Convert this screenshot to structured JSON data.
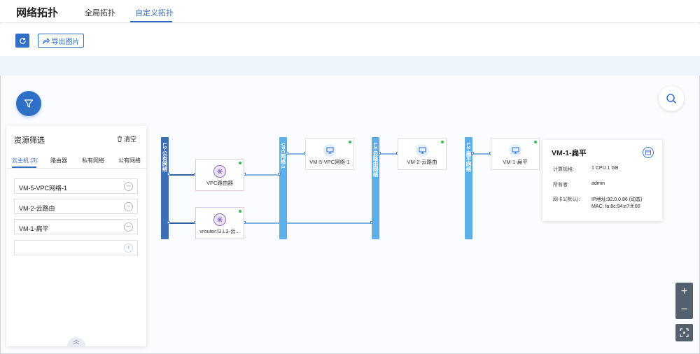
{
  "header": {
    "title": "网络拓扑",
    "tabs": [
      {
        "label": "全局拓扑"
      },
      {
        "label": "自定义拓扑"
      }
    ]
  },
  "toolbar": {
    "refresh_icon": "refresh-icon",
    "export_label": "导出图片",
    "export_icon": "share-arrow-icon"
  },
  "panel": {
    "title": "资源筛选",
    "clear_label": "清空",
    "tabs": [
      {
        "label": "云主机 (3)"
      },
      {
        "label": "路由器"
      },
      {
        "label": "私有网络"
      },
      {
        "label": "公有网络"
      }
    ],
    "items": [
      {
        "label": "VM-5-VPC网络-1"
      },
      {
        "label": "VM-2-云路由"
      },
      {
        "label": "VM-1-扁平"
      }
    ]
  },
  "topology": {
    "networks": [
      {
        "label": "L3-公有网络"
      },
      {
        "label": "VPC网络-1"
      },
      {
        "label": "L3-云路由网络"
      },
      {
        "label": "L3-扁平网络"
      }
    ],
    "nodes": [
      {
        "label": "VPC路由器",
        "kind": "router"
      },
      {
        "label": "vrouter.l3.L3-云...",
        "kind": "router"
      },
      {
        "label": "VM-5-VPC网络-1",
        "kind": "vm"
      },
      {
        "label": "VM-2-云路由",
        "kind": "vm"
      },
      {
        "label": "VM-1-扁平",
        "kind": "vm"
      }
    ]
  },
  "info_card": {
    "title": "VM-1-扁平",
    "rows": [
      {
        "key": "计算规格:",
        "value": "1 CPU 1 GB"
      },
      {
        "key": "所有者:",
        "value": "admin"
      },
      {
        "key": "网卡1(默认):",
        "value": "IP地址:92.0.0.86 (动态)"
      }
    ],
    "mac": "MAC: fa:8c:94:e7:ff:00"
  },
  "zoom": {
    "in": "+",
    "out": "−"
  },
  "colors": {
    "accent": "#2f6fc6",
    "public_net": "#3a6fb5",
    "private_net": "#5eaee8",
    "online": "#2ec24f"
  }
}
